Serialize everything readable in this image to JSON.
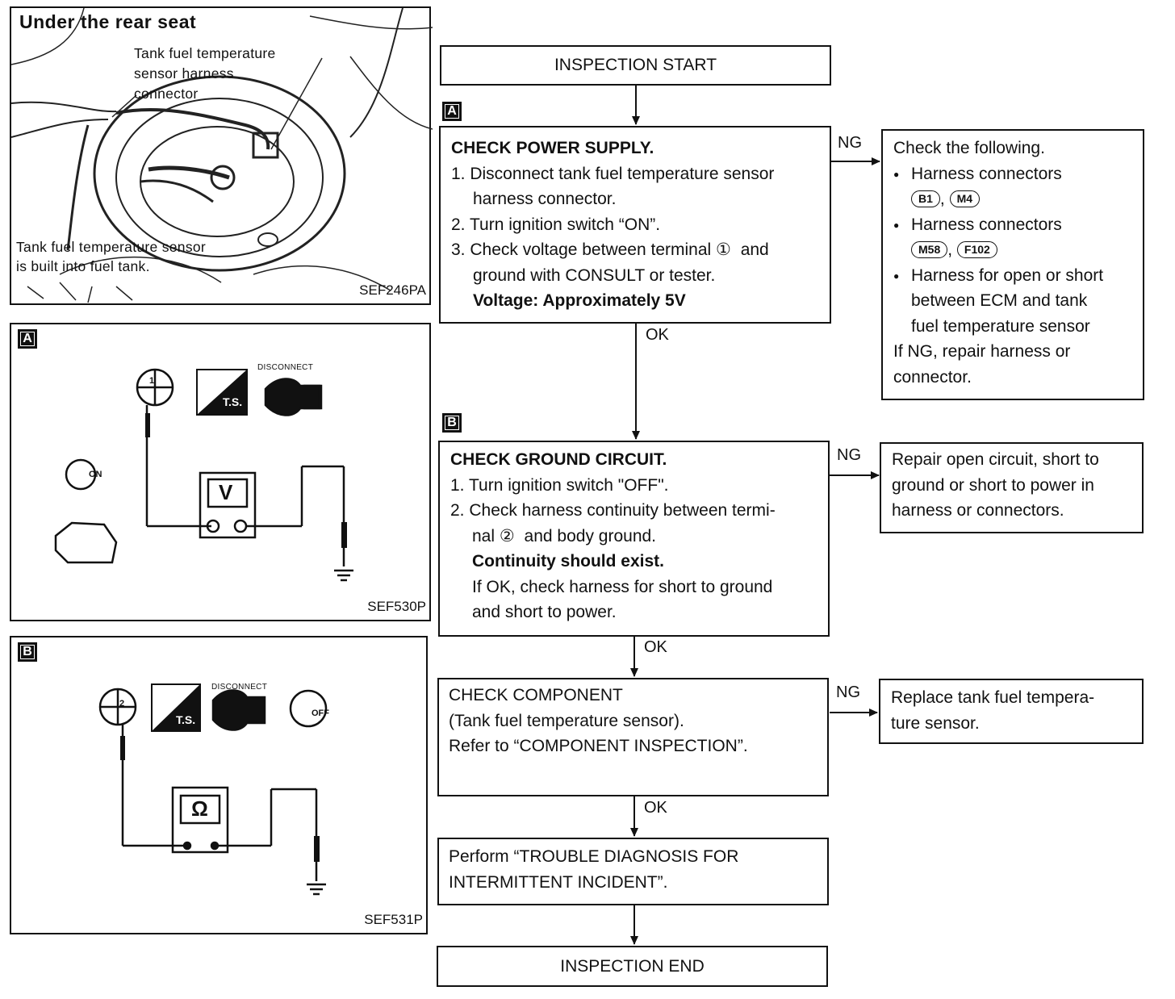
{
  "photo": {
    "title": "Under the rear seat",
    "label_connector": [
      "Tank fuel temperature",
      "sensor harness",
      "connector"
    ],
    "label_builtin": [
      "Tank fuel temperature sensor",
      "is built into fuel tank."
    ],
    "code": "SEF246PA"
  },
  "diagram_a": {
    "tag": "A",
    "disconnect": "DISCONNECT",
    "ts": "T.S.",
    "key": "ON",
    "meter": "V",
    "pin": "1",
    "code": "SEF530P"
  },
  "diagram_b": {
    "tag": "B",
    "disconnect": "DISCONNECT",
    "ts": "T.S.",
    "key": "OFF",
    "meter": "Ω",
    "pin": "2",
    "code": "SEF531P"
  },
  "flow": {
    "start": "INSPECTION START",
    "end": "INSPECTION END",
    "step_a": {
      "tag": "A",
      "title": "CHECK POWER SUPPLY.",
      "line1a": "1. Disconnect tank fuel temperature sensor",
      "line1b": "harness connector.",
      "line2": "2. Turn ignition switch “ON”.",
      "line3a_pre": "3. Check voltage between terminal",
      "line3a_circ": "①",
      "line3a_post": "and",
      "line3b": "ground with CONSULT or tester.",
      "spec": "Voltage: Approximately 5V"
    },
    "step_b": {
      "tag": "B",
      "title": "CHECK GROUND CIRCUIT.",
      "line1": "1. Turn ignition switch \"OFF\".",
      "line2a": "2. Check harness continuity between termi-",
      "line2b_pre": "nal",
      "line2b_circ": "②",
      "line2b_post": "and body ground.",
      "spec": "Continuity should exist.",
      "line3a": "If OK, check harness for short to ground",
      "line3b": "and short to power."
    },
    "step_c": {
      "line1": "CHECK COMPONENT",
      "line2": "(Tank fuel temperature sensor).",
      "line3": "Refer to “COMPONENT INSPECTION”."
    },
    "step_d": {
      "line1": "Perform “TROUBLE DIAGNOSIS FOR",
      "line2": "INTERMITTENT INCIDENT”."
    },
    "ng_a": {
      "intro": "Check the following.",
      "b1": "Harness connectors",
      "b1_c1": "B1",
      "b1_c2": "M4",
      "b2": "Harness connectors",
      "b2_c1": "M58",
      "b2_c2": "F102",
      "b3a": "Harness for open or short",
      "b3b": "between ECM and tank",
      "b3c": "fuel temperature sensor",
      "end1": "If NG, repair harness or",
      "end2": "connector."
    },
    "ng_b": {
      "line1": "Repair open circuit, short to",
      "line2": "ground or short to power in",
      "line3": "harness or connectors."
    },
    "ng_c": {
      "line1": "Replace tank fuel tempera-",
      "line2": "ture sensor."
    },
    "labels": {
      "ng": "NG",
      "ok": "OK",
      "comma": ","
    }
  }
}
